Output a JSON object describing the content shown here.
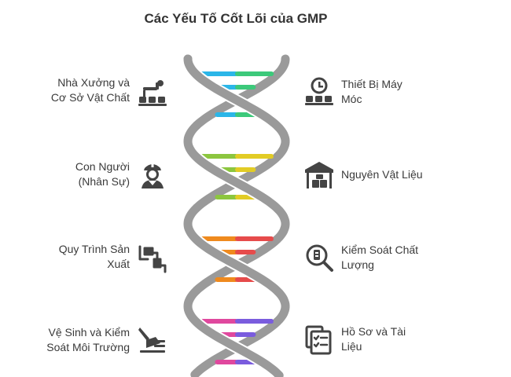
{
  "title": "Các Yếu Tố Cốt Lõi của GMP",
  "colors": {
    "strand": "#9a9a9a",
    "icon": "#444444",
    "band1": [
      "#2bb6e8",
      "#3cc97a"
    ],
    "band2": [
      "#8cc63f",
      "#e2cc25"
    ],
    "band3": [
      "#ef8a1e",
      "#e64b4b"
    ],
    "band4": [
      "#e0489e",
      "#7a5cde"
    ]
  },
  "elements": [
    {
      "label_line1": "Nhà Xưởng và",
      "label_line2": "Cơ Sở Vật Chất",
      "icon": "factory-icon"
    },
    {
      "label_line1": "Thiết Bị Máy",
      "label_line2": "Móc",
      "icon": "machine-icon"
    },
    {
      "label_line1": "Con Người",
      "label_line2": "(Nhân Sự)",
      "icon": "worker-icon"
    },
    {
      "label_line1": "Nguyên Vật Liệu",
      "label_line2": "",
      "icon": "warehouse-icon"
    },
    {
      "label_line1": "Quy Trình Sản",
      "label_line2": "Xuất",
      "icon": "process-icon"
    },
    {
      "label_line1": "Kiểm Soát Chất",
      "label_line2": "Lượng",
      "icon": "quality-search-icon"
    },
    {
      "label_line1": "Vệ Sinh và Kiểm",
      "label_line2": "Soát Môi Trường",
      "icon": "sanitation-icon"
    },
    {
      "label_line1": "Hồ Sơ và Tài",
      "label_line2": "Liệu",
      "icon": "documents-icon"
    }
  ]
}
